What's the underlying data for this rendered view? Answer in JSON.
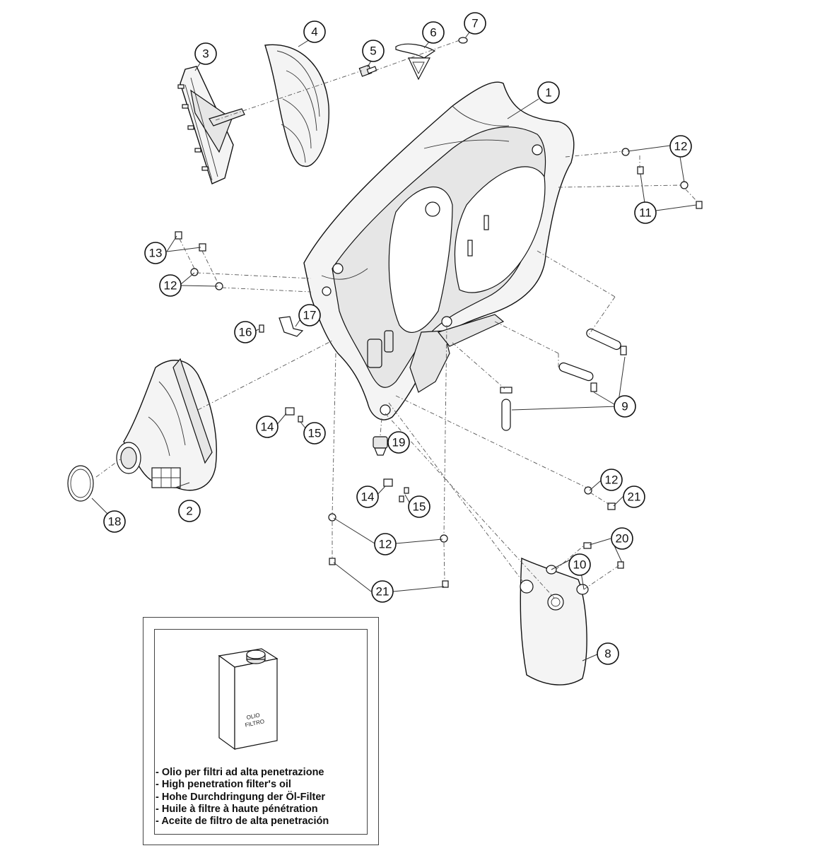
{
  "callouts": [
    {
      "number": "1",
      "part": "air filter box"
    },
    {
      "number": "2",
      "part": "air filter"
    },
    {
      "number": "3",
      "part": "filter holder cage"
    },
    {
      "number": "4",
      "part": "filter cover"
    },
    {
      "number": "5",
      "part": "screw"
    },
    {
      "number": "6",
      "part": "clip"
    },
    {
      "number": "7",
      "part": "washer"
    },
    {
      "number": "8",
      "part": "guard plate"
    },
    {
      "number": "9",
      "part": "drain plug"
    },
    {
      "number": "10",
      "part": "rubber grommet"
    },
    {
      "number": "11",
      "part": "screw"
    },
    {
      "number": "12",
      "part": "nut"
    },
    {
      "number": "13",
      "part": "screw"
    },
    {
      "number": "14",
      "part": "clamp"
    },
    {
      "number": "15",
      "part": "screw"
    },
    {
      "number": "16",
      "part": "screw"
    },
    {
      "number": "17",
      "part": "bracket"
    },
    {
      "number": "18",
      "part": "hose clamp"
    },
    {
      "number": "19",
      "part": "breather valve"
    },
    {
      "number": "20",
      "part": "bolt"
    },
    {
      "number": "21",
      "part": "screw"
    }
  ],
  "inset": {
    "can_label_line1": "OLIO",
    "can_label_line2": "FILTRO",
    "oil_lines": [
      "- Olio per filtri ad alta penetrazione",
      "- High penetration filter's oil",
      "- Hohe Durchdringung der Öl-Filter",
      "- Huile à filtre à haute pénétration",
      "- Aceite de filtro de alta penetración"
    ]
  }
}
